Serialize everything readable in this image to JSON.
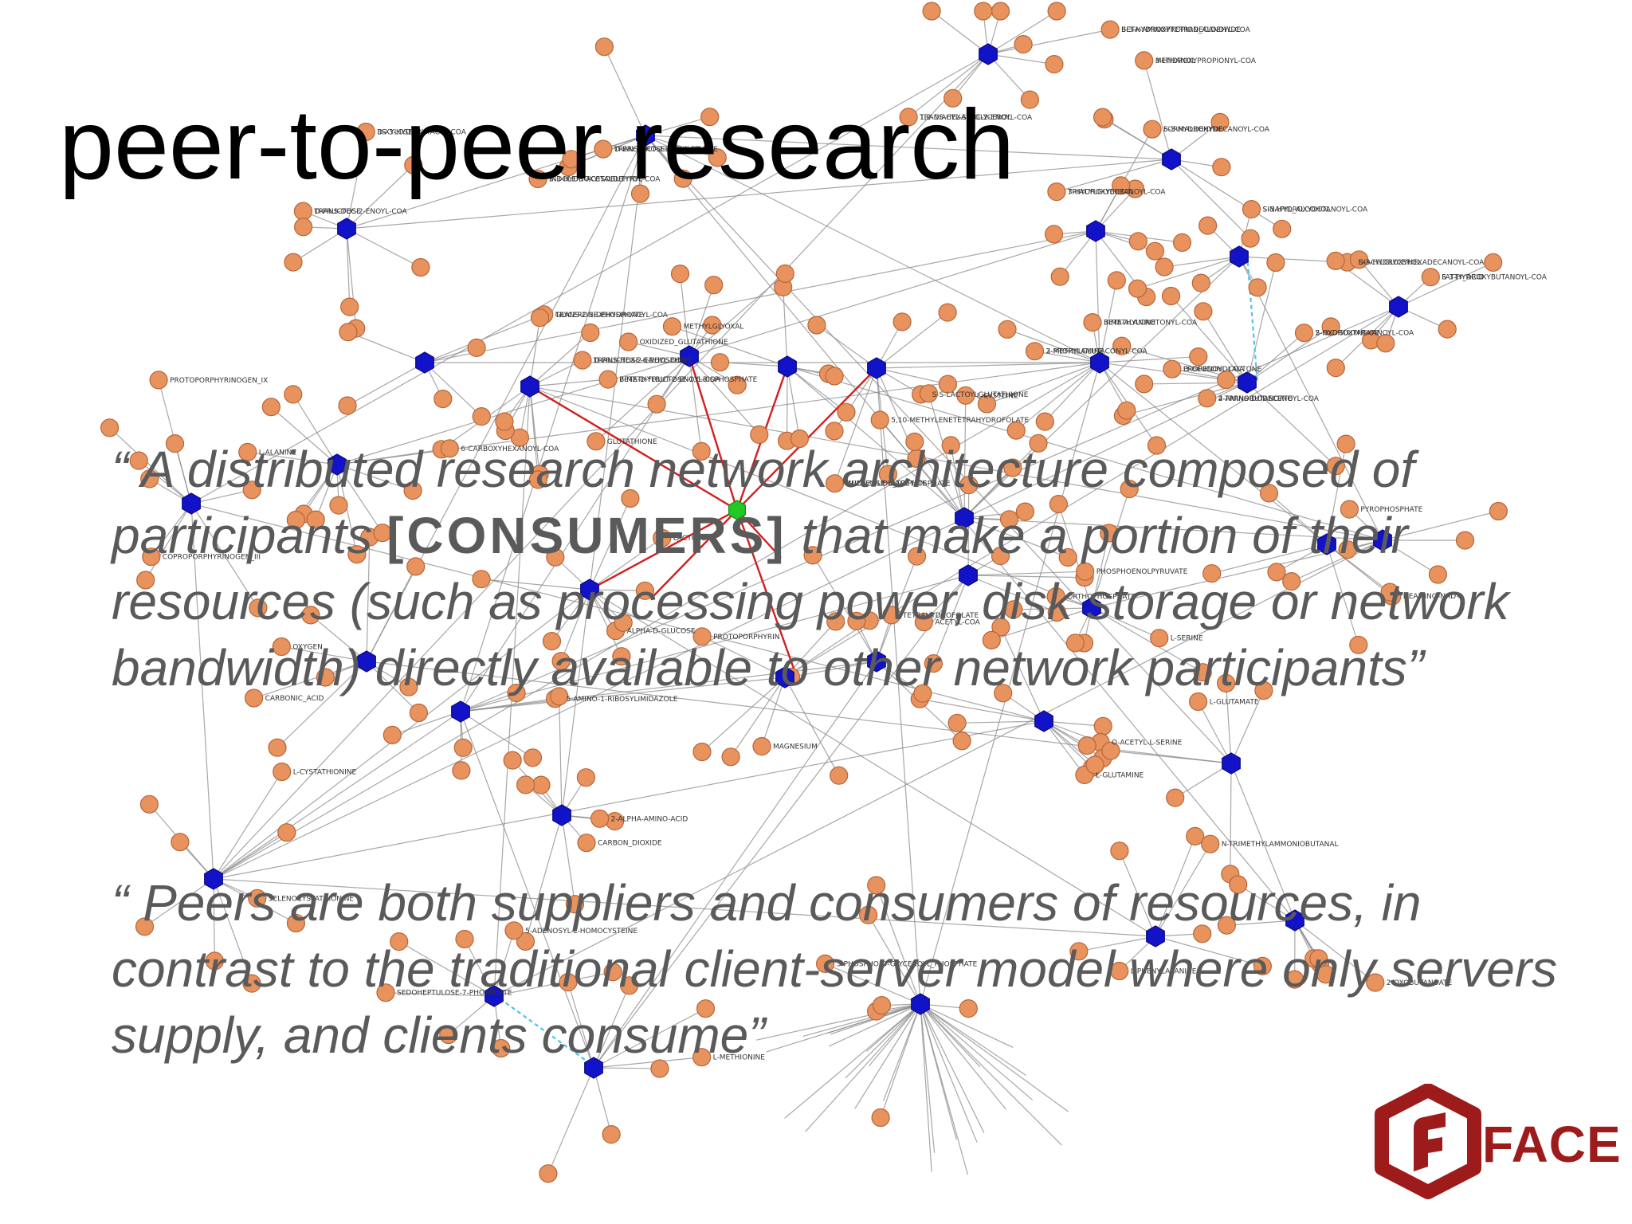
{
  "slide": {
    "title": "peer-to-peer research",
    "quote1": {
      "before": "“ A distributed research network architecture composed of participants ",
      "highlight": "[CONSUMERS]",
      "after": " that make a portion of their resources (such as processing power, disk storage or network bandwidth) directly available to other network participants”"
    },
    "quote2": {
      "text": "“ Peers are both suppliers and consumers of resources, in contrast to the traditional client-server model where only servers supply, and clients consume”"
    },
    "logo": {
      "text": "FACE",
      "color": "#9e1b1b"
    }
  },
  "network": {
    "labels": [
      "TRANS-DEC-2-ENOYL-COA",
      "3S-3-HYDROXYACYL-COA",
      "TRANS-2-3-DEHYDROACYL-COA",
      "2-METHYLBUT-2-ENOYL-COA",
      "TRANS-HEX-2-ENOYL-COA",
      "TRANS-OCT-2-ENOYL-COA",
      "S-3-HYDROXYISOBUTYRYL-COA",
      "S-3-HYDROXYTETRADECANOYL-COA",
      "TRANS-HEXADEC-2-ENOYL-COA",
      "3-HYDROXYBUTANOYL-COA",
      "3-HYDROXYPROPIONYL-COA",
      "S-3-HYDROXYDECANOYL-COA",
      "S-3-HYDROXYOCTANOYL-COA",
      "S-3-HYDROXYHEXADECANOYL-COA",
      "S-3-HYDROXYBUTANOYL-COA",
      "PROPENOYL-COA",
      "S-HYDROXYHEXANOYL-COA",
      "2-TRANS-DODECENOYL-COA",
      "3-METHYLCROTONYL-COA",
      "3-METHYLGLUTACONYL-COA",
      "NUCLEOSIDE_TRIPHOSPHATE",
      "S-S-LACTOYLGLUTATHIONE",
      "METHYLGLYOXAL",
      "OXIDIZED_GLUTATHIONE",
      "GLUTATHIONE",
      "COPROPORPHYRINOGEN_III",
      "PROTOPORPHYRINOGEN_IX",
      "OXYGEN",
      "CARBONIC_ACID",
      "6-CARBOXYHEXANOYL-COA",
      "L-ALANINE",
      "PYROPHOSPHATE",
      "PHOSPHOENOLPYRUVATE",
      "ACETYL-COA",
      "O-ACETYL-L-SERINE",
      "L-GLUTAMINE",
      "L-GLUTAMATE",
      "DEAMINO-NAD+",
      "L-SERINE",
      "ORTHOPHOSPHATE",
      "MAGNESIUM",
      "PROTOPORPHYRIN",
      "5-AMINO-1-RIBOSYLIMIDAZOLE",
      "CARBON_DIOXIDE",
      "2-ALPHA-AMINO-ACID",
      "3-PHOSPHO-D-GLYCEROYL_PHOSPHATE",
      "SEDOHEPTULOSE-7-PHOSPHATE",
      "5-ADENOSYL-L-HOMOCYSTEINE",
      "L-METHIONINE",
      "N-TRIMETHYLAMMONIOBUTANAL",
      "L-PHENYLALANINE",
      "2-OXOBUTANOATE",
      "L-CYSTATHIONINE",
      "SELENOCYSTATHIONINE",
      "L-CYSTEINE",
      "5,10-METHYLENETETRAHYDROFOLATE",
      "TETRAHYDROFOLATE",
      "ALPHA-D-GLUCOSE",
      "LACTOSE",
      "D-FRUCTOSE",
      "D-XYLOSE",
      "GLYCERONE-PHOSPHATE",
      "BETA-D-FRUCTOSE-1,6-BISPHOSPHATE",
      "D-FRUCTOSE-6-PHOSPHATE",
      "D-ERYTHROSE-4-PHOSPHATE",
      "INDOLE-3-ACETALDEHYDE",
      "BETA-AMINOPROPION_ALDEHYDE",
      "1,2-DIACYL-SN-GLYCEROL",
      "TRIACYLGLYCEROL",
      "METHANOL",
      "FORMALDEHYDE",
      "SINAPYL_ALCOHOL",
      "DIACYLGLYCEROL",
      "FATTY_ACID",
      "D-GLUCONOLACTONE",
      "2-OXOGLUTARATE",
      "4-AMINOBUTANOATE",
      "BETA-ALANINE",
      "2-PROPYLAMINE",
      "IMIDAZOLE-4-ACETATE"
    ]
  }
}
